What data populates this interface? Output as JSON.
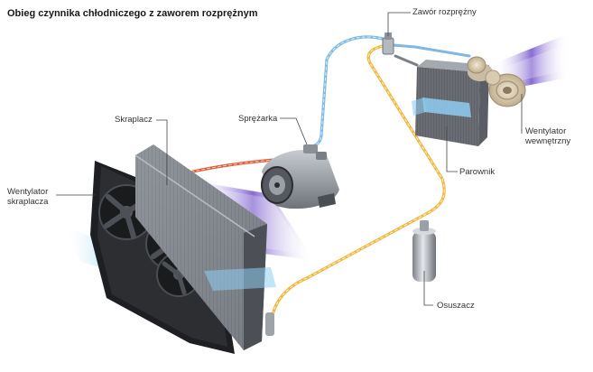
{
  "title": "Obieg czynnika chłodniczego z zaworem rozprężnym",
  "labels": {
    "expansion_valve": "Zawór rozprężny",
    "condenser": "Skraplacz",
    "compressor": "Sprężarka",
    "condenser_fan_line1": "Wentylator",
    "condenser_fan_line2": "skraplacza",
    "evaporator_fan_line1": "Wentylator",
    "evaporator_fan_line2": "wewnętrzny",
    "evaporator": "Parownik",
    "dryer": "Osuszacz"
  },
  "colors": {
    "low_pressure_line": "#7fb8e4",
    "high_pressure_gas_line": "#e0603c",
    "high_pressure_liquid_line": "#f0b640",
    "cold_air": "#8fcdf2",
    "warm_air": "#7a5bd0",
    "leader_line": "#444444"
  }
}
